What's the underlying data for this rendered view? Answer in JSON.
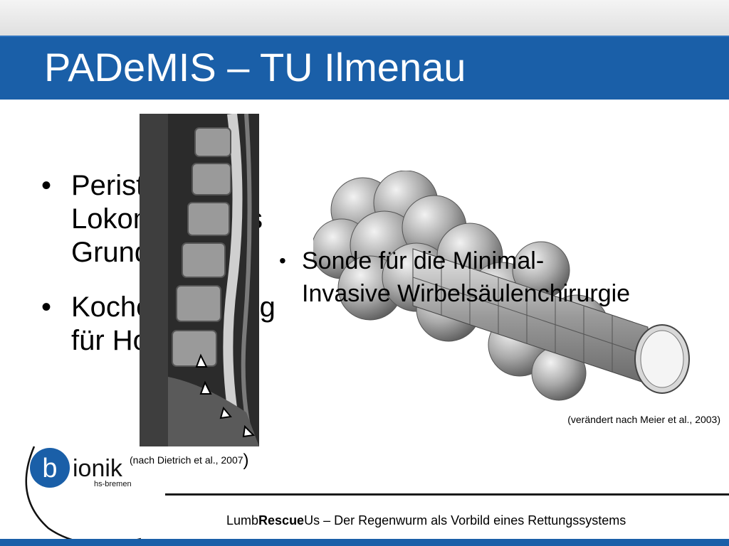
{
  "slide": {
    "title": "PADeMIS – TU Ilmenau"
  },
  "bullets_left": [
    {
      "marker": "•",
      "lines": [
        "Peristaltische",
        "Lokomotion als",
        "Grundlage"
      ]
    },
    {
      "marker": "•",
      "lines": [
        "Kochendichtung",
        "für Hohlbett"
      ]
    }
  ],
  "bullet_right": {
    "marker": "•",
    "line1": "Sonde für die Minimal-",
    "line2": "Invasive Wirbelsäulenchirurgie"
  },
  "captions": {
    "right": "(verändert nach Meier et al., 2003)",
    "left": "(nach Dietrich et al., 2007",
    "left_close": ")"
  },
  "logo": {
    "b": "b",
    "ionik": "ionik",
    "sub": "hs-bremen"
  },
  "footer": {
    "part1": "Lumb",
    "part2": "Rescue",
    "part3": "Us – Der Regenwurm als Vorbild eines Rettungssystems"
  },
  "colors": {
    "accent": "#1a5fa8"
  },
  "images": {
    "mri": "mri-spine-image",
    "probe": "probe-model-image"
  }
}
